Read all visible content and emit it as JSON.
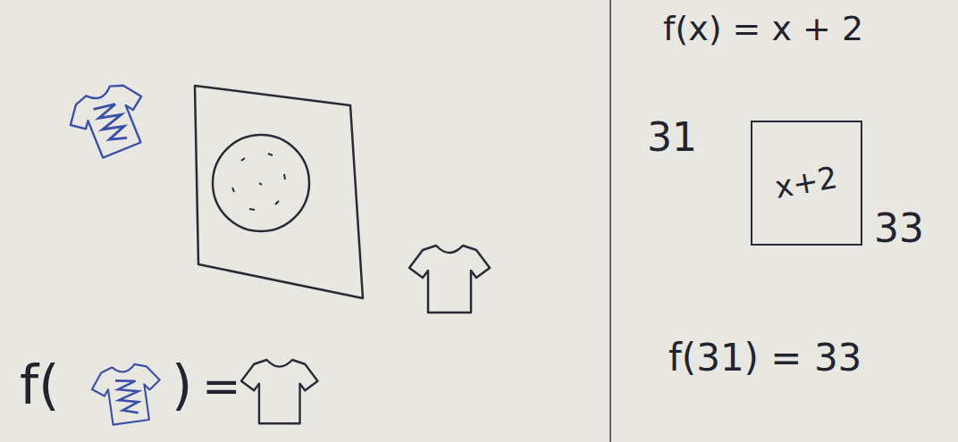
{
  "diagram": {
    "nodes": [
      {
        "text": [
          "x+2"
        ]
      }
    ],
    "labels": [
      "f(x) = x + 2",
      "31",
      "33",
      "f(31) = 33",
      "f(",
      ")",
      "="
    ]
  }
}
